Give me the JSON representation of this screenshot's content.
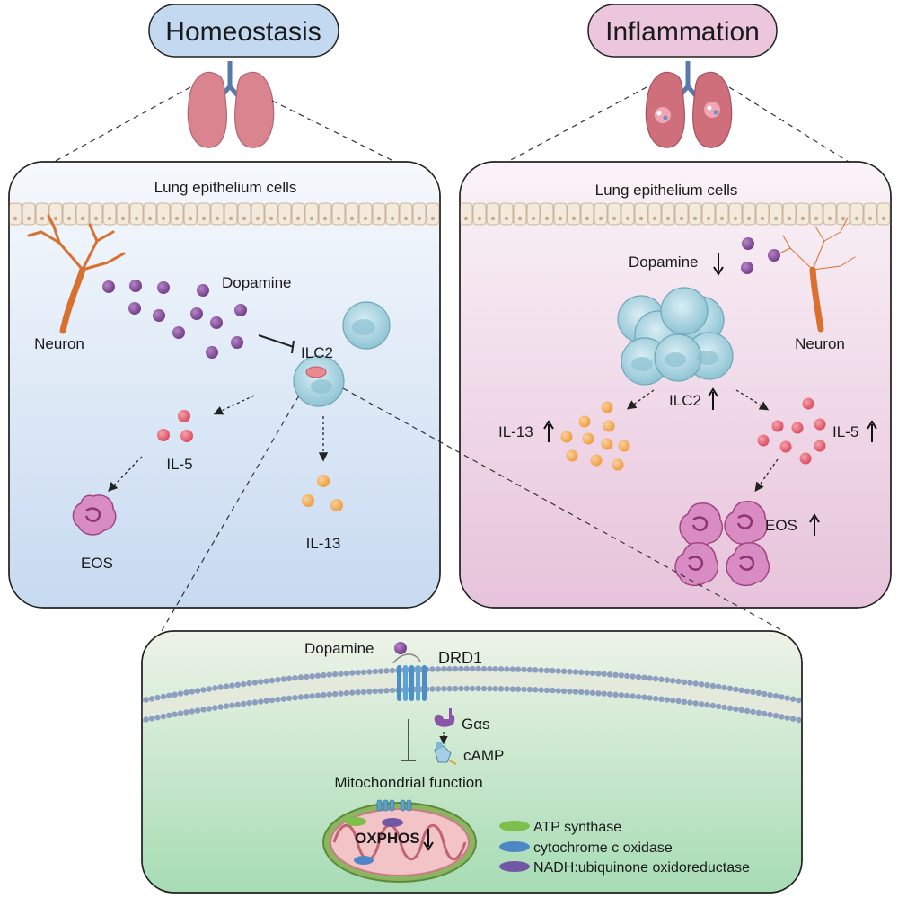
{
  "panels": {
    "homeostasis": {
      "title": "Homeostasis",
      "epithelium_label": "Lung epithelium cells",
      "neuron_label": "Neuron",
      "dopamine_label": "Dopamine",
      "ilc2_label": "ILC2",
      "il5_label": "IL-5",
      "il13_label": "IL-13",
      "eos_label": "EOS"
    },
    "inflammation": {
      "title": "Inflammation",
      "epithelium_label": "Lung epithelium cells",
      "neuron_label": "Neuron",
      "dopamine_label": "Dopamine",
      "ilc2_label": "ILC2",
      "il5_label": "IL-5",
      "il13_label": "IL-13",
      "eos_label": "EOS"
    },
    "mechanism": {
      "dopamine_label": "Dopamine",
      "receptor_label": "DRD1",
      "gas_label": "Gαs",
      "camp_label": "cAMP",
      "mito_label": "Mitochondrial function",
      "oxphos_label": "OXPHOS",
      "legend": [
        {
          "label": "ATP synthase",
          "color": "#7cbf4a"
        },
        {
          "label": "cytochrome c oxidase",
          "color": "#4f86c6"
        },
        {
          "label": "NADH:ubiquinone oxidoreductase",
          "color": "#7257a6"
        }
      ]
    }
  },
  "colors": {
    "homeostasis_pill": "#c2d9f0",
    "inflammation_pill": "#ecc6dc",
    "dopamine": "#8a4f9f",
    "il5": "#e86b7c",
    "il13": "#f4ad5e",
    "ilc2": "#a8d4e0",
    "neuron": "#e07a3c",
    "eos": "#c45a9c"
  }
}
